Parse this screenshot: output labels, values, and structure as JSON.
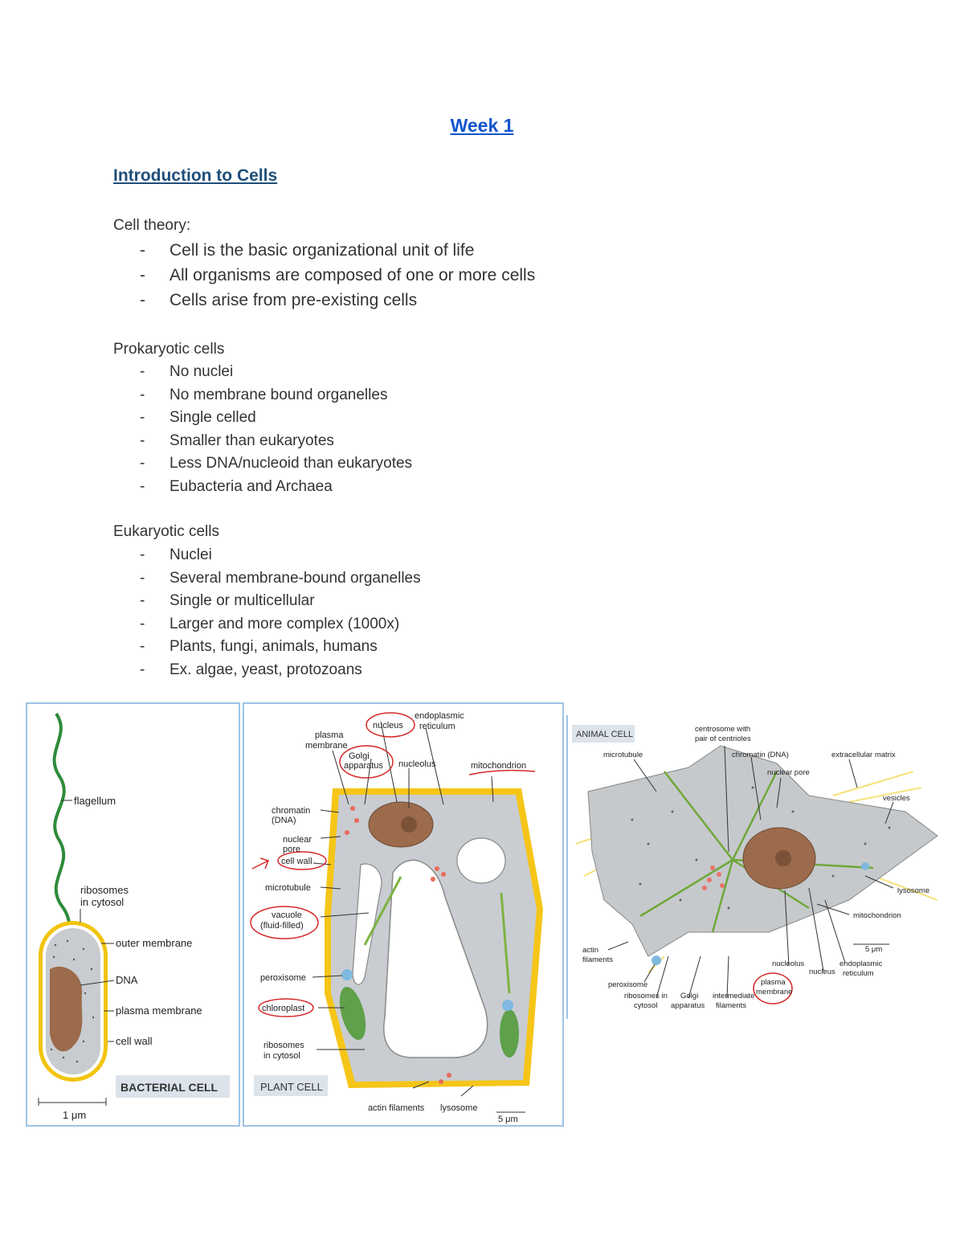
{
  "page": {
    "title": "Week 1",
    "heading": "Introduction to Cells",
    "cell_theory": {
      "label": "Cell theory:",
      "items": [
        "Cell is the basic organizational unit of life",
        "All organisms are composed of one or more cells",
        "Cells arise from pre-existing cells"
      ]
    },
    "prokaryotic": {
      "label": "Prokaryotic cells",
      "items": [
        "No nuclei",
        "No membrane bound organelles",
        "Single celled",
        "Smaller than eukaryotes",
        "Less DNA/nucleoid than eukaryotes",
        "Eubacteria and Archaea"
      ]
    },
    "eukaryotic": {
      "label": "Eukaryotic cells",
      "items": [
        "Nuclei",
        "Several membrane-bound organelles",
        "Single or multicellular",
        "Larger and more complex (1000x)",
        "Plants, fungi, animals, humans",
        "Ex. algae, yeast, protozoans"
      ]
    }
  },
  "figures": {
    "bacterial": {
      "badge": "BACTERIAL CELL",
      "scale": "1 μm",
      "labels": {
        "flagellum": "flagellum",
        "ribosomes_1": "ribosomes",
        "ribosomes_2": "in cytosol",
        "outer_membrane": "outer membrane",
        "dna": "DNA",
        "plasma_membrane": "plasma membrane",
        "cell_wall": "cell wall"
      }
    },
    "plant": {
      "badge": "PLANT CELL",
      "scale": "5 μm",
      "labels": {
        "nucleus": "nucleus",
        "er_1": "endoplasmic",
        "er_2": "reticulum",
        "plasma_1": "plasma",
        "plasma_2": "membrane",
        "golgi_1": "Golgi",
        "golgi_2": "apparatus",
        "nucleolus": "nucleolus",
        "mitochondrion": "mitochondrion",
        "chromatin_1": "chromatin",
        "chromatin_2": "(DNA)",
        "pore_1": "nuclear",
        "pore_2": "pore",
        "cell_wall": "cell wall",
        "microtubule": "microtubule",
        "vacuole_1": "vacuole",
        "vacuole_2": "(fluid-filled)",
        "peroxisome": "peroxisome",
        "chloroplast": "chloroplast",
        "ribosomes_1": "ribosomes",
        "ribosomes_2": "in cytosol",
        "actin": "actin filaments",
        "lysosome": "lysosome"
      }
    },
    "animal": {
      "badge": "ANIMAL CELL",
      "scale": "5 μm",
      "labels": {
        "centrosome_1": "centrosome with",
        "centrosome_2": "pair of centrioles",
        "microtubule": "microtubule",
        "chromatin": "chromatin (DNA)",
        "ecm": "extracellular matrix",
        "pore": "nuclear pore",
        "vesicles": "vesicles",
        "lysosome": "lysosome",
        "mitochondrion": "mitochondrion",
        "actin_1": "actin",
        "actin_2": "filaments",
        "nucleolus": "nucleolus",
        "nucleus": "nucleus",
        "er_1": "endoplasmic",
        "er_2": "reticulum",
        "peroxisome": "peroxisome",
        "ribosomes_1": "ribosomes in",
        "ribosomes_2": "cytosol",
        "golgi_1": "Golgi",
        "golgi_2": "apparatus",
        "intermediate_1": "intermediate",
        "intermediate_2": "filaments",
        "plasma_1": "plasma",
        "plasma_2": "membrane"
      }
    }
  }
}
